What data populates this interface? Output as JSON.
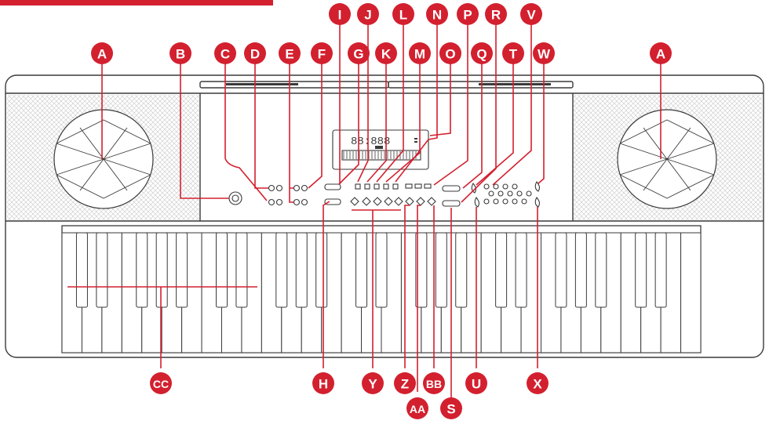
{
  "diagram": {
    "accent_color": "#d3202f",
    "outline_color": "#3a3a3a",
    "body_color": "#ffffff",
    "speaker_grille_color": "#e9e9e9",
    "lcd_segments": "88:888",
    "labels": {
      "speaker_left": "A",
      "speaker_right": "A",
      "b": "B",
      "c": "C",
      "d": "D",
      "e": "E",
      "f": "F",
      "g": "G",
      "h": "H",
      "i": "I",
      "j": "J",
      "k": "K",
      "l": "L",
      "m": "M",
      "n": "N",
      "o": "O",
      "p": "P",
      "q": "Q",
      "r": "R",
      "s": "S",
      "t": "T",
      "u": "U",
      "v": "V",
      "w": "W",
      "x": "X",
      "y": "Y",
      "z": "Z",
      "aa": "AA",
      "bb": "BB",
      "cc": "CC"
    }
  }
}
